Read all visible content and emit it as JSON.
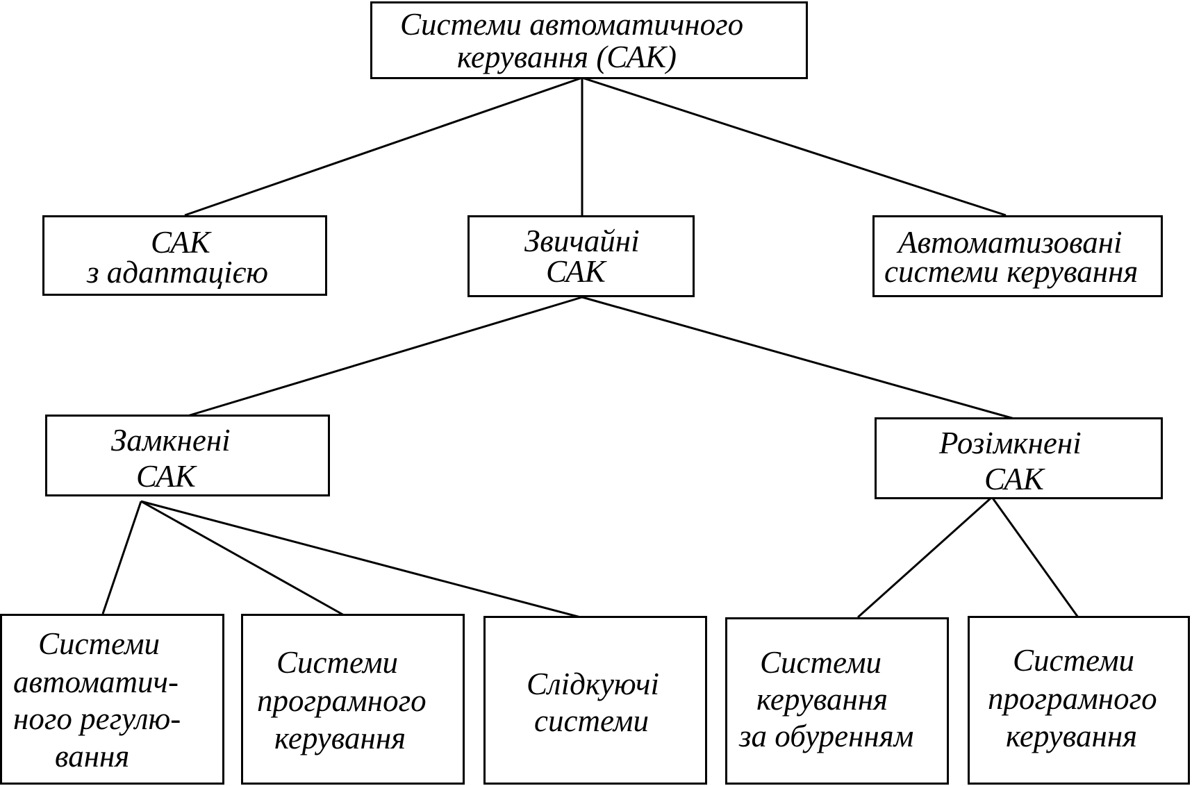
{
  "diagram": {
    "root": {
      "lines": [
        "Системи автоматичного",
        "керування (САК)"
      ]
    },
    "level1": {
      "adaptive": {
        "lines": [
          "САК",
          "з адаптацією"
        ]
      },
      "ordinary": {
        "lines": [
          "Звичайні",
          "САК"
        ]
      },
      "automated": {
        "lines": [
          "Автоматизовані",
          "системи керування"
        ]
      }
    },
    "level2": {
      "closed": {
        "lines": [
          "Замкнені",
          "САК"
        ]
      },
      "open": {
        "lines": [
          "Розімкнені",
          "САК"
        ]
      }
    },
    "level3": {
      "auto_regulation": {
        "lines": [
          "Системи",
          "автоматич-",
          "ного регулю-",
          "вання"
        ]
      },
      "program_control_closed": {
        "lines": [
          "Системи",
          "програмного",
          "керування"
        ]
      },
      "tracking": {
        "lines": [
          "Слідкуючі",
          "системи"
        ]
      },
      "disturbance_control": {
        "lines": [
          "Системи",
          "керування",
          "за обуренням"
        ]
      },
      "program_control_open": {
        "lines": [
          "Системи",
          "програмного",
          "керування"
        ]
      }
    },
    "colors": {
      "stroke": "#000000",
      "background": "#ffffff",
      "text": "#000000"
    }
  }
}
